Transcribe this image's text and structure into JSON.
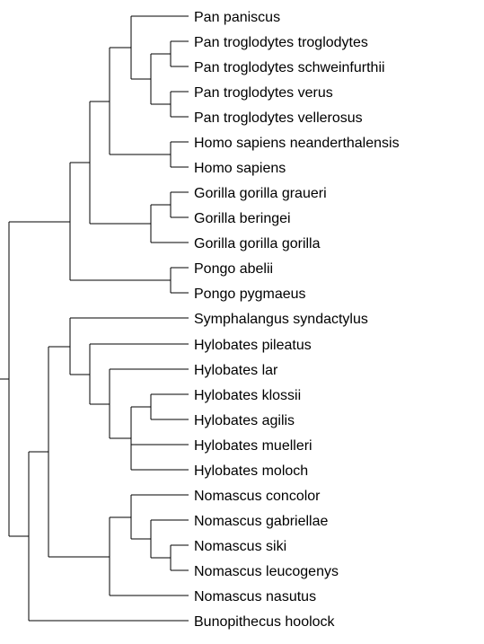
{
  "tree": {
    "line_color": "#000000",
    "taxa": [
      "Pan paniscus",
      "Pan troglodytes troglodytes",
      "Pan troglodytes schweinfurthii",
      "Pan troglodytes verus",
      "Pan troglodytes vellerosus",
      "Homo sapiens neanderthalensis",
      "Homo sapiens",
      "Gorilla gorilla graueri",
      "Gorilla beringei",
      "Gorilla gorilla gorilla",
      "Pongo abelii",
      "Pongo pygmaeus",
      "Symphalangus syndactylus",
      "Hylobates pileatus",
      "Hylobates lar",
      "Hylobates klossii",
      "Hylobates agilis",
      "Hylobates muelleri",
      "Hylobates moloch",
      "Nomascus concolor",
      "Nomascus gabriellae",
      "Nomascus siki",
      "Nomascus leucogenys",
      "Nomascus nasutus",
      "Bunopithecus hoolock"
    ]
  }
}
